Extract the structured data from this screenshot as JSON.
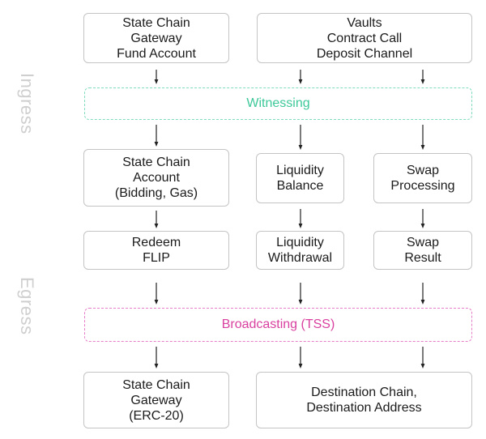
{
  "side_labels": {
    "ingress": "Ingress",
    "egress": "Egress"
  },
  "bands": {
    "witnessing": "Witnessing",
    "broadcasting": "Broadcasting (TSS)"
  },
  "boxes": {
    "state_chain_gateway_fund": "State Chain\nGateway\nFund Account",
    "vaults": "Vaults\nContract Call\nDeposit Channel",
    "state_chain_account": "State Chain\nAccount\n(Bidding, Gas)",
    "liquidity_balance": "Liquidity\nBalance",
    "swap_processing": "Swap\nProcessing",
    "redeem_flip": "Redeem\nFLIP",
    "liquidity_withdrawal": "Liquidity\nWithdrawal",
    "swap_result": "Swap\nResult",
    "state_chain_gateway_erc20": "State Chain\nGateway\n(ERC-20)",
    "destination": "Destination Chain,\nDestination Address"
  },
  "colors": {
    "border": "#c4c4c4",
    "witnessing": "#3dc89a",
    "broadcasting": "#d9409f",
    "side_label": "#cfcfcf",
    "arrow": "#222222"
  }
}
